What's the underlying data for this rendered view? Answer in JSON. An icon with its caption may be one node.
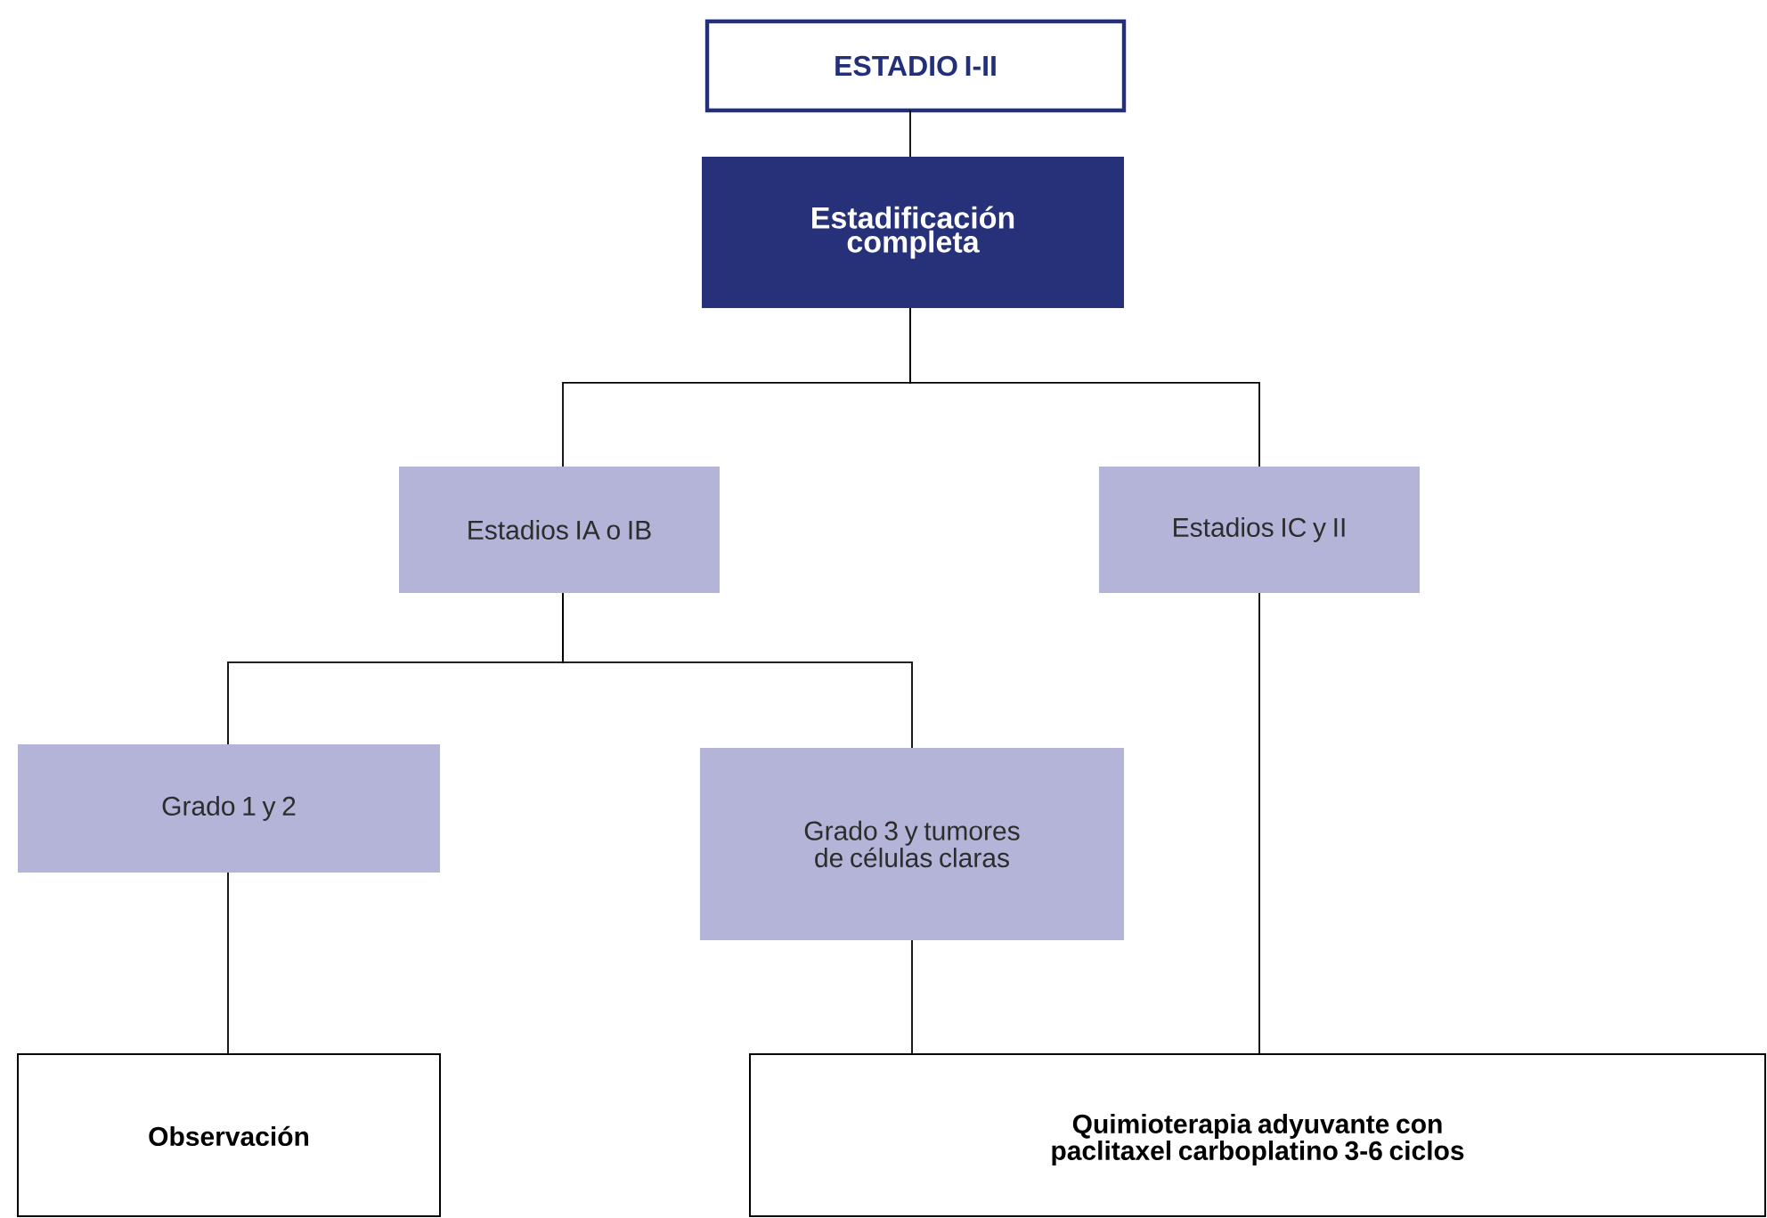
{
  "diagram": {
    "nodes": [
      {
        "text": [
          "ESTADIO I-II"
        ]
      },
      {
        "text": [
          "Estadificación completa"
        ]
      },
      {
        "text": [
          "Estadios IA o IB"
        ]
      },
      {
        "text": [
          "Estadios IC y II"
        ]
      },
      {
        "text": [
          "Grado 1 y 2"
        ]
      },
      {
        "text": [
          "Grado 3 y tumores de células claras"
        ]
      },
      {
        "text": [
          "Observación"
        ]
      },
      {
        "text": [
          "Quimioterapia adyuvante con paclitaxel carboplatino 3-6 ciclos"
        ]
      }
    ],
    "edges": [
      {
        "from": 0,
        "to": 1,
        "arrow": "none"
      },
      {
        "from": 1,
        "to": 2,
        "arrow": "none"
      },
      {
        "from": 1,
        "to": 3,
        "arrow": "none"
      },
      {
        "from": 2,
        "to": 4,
        "arrow": "none"
      },
      {
        "from": 2,
        "to": 5,
        "arrow": "none"
      },
      {
        "from": 4,
        "to": 6,
        "arrow": "none"
      },
      {
        "from": 5,
        "to": 7,
        "arrow": "none"
      },
      {
        "from": 3,
        "to": 7,
        "arrow": "none"
      }
    ]
  }
}
